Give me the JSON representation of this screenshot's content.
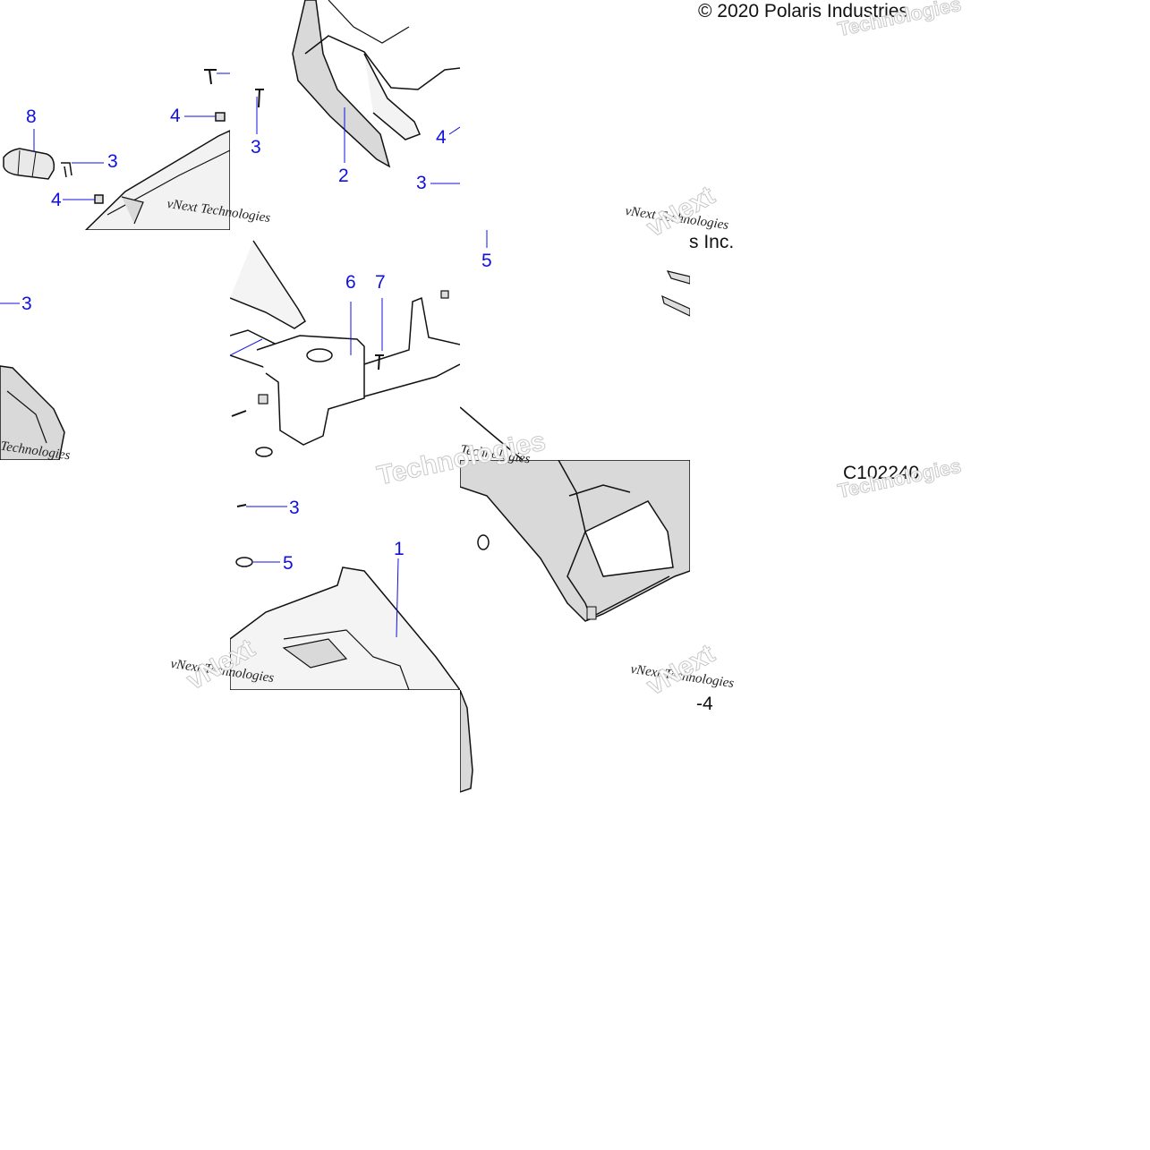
{
  "copyright": "© 2020 Polaris Industries",
  "copyright_tail": "s Inc.",
  "drawing_id": "C102240",
  "page_fragment": "-4",
  "watermark": {
    "brand": "vNext",
    "sub": "Technologies",
    "full": "vNext Technologies"
  },
  "callouts": {
    "a_8": "8",
    "a_4_top": "4",
    "a_3_top": "3",
    "a_3_mid": "3",
    "a_4_low": "4",
    "a_2": "2",
    "a_4_right": "4",
    "a_3_right": "3",
    "a_3_far": "3",
    "a_5_top": "5",
    "a_6": "6",
    "a_7": "7",
    "a_3_low": "3",
    "a_5_low": "5",
    "a_1": "1"
  },
  "colors": {
    "callout": "#1010e0",
    "line": "#111111",
    "shade": "#d9d9d9",
    "watermark_outline": "#c9c9c9"
  }
}
